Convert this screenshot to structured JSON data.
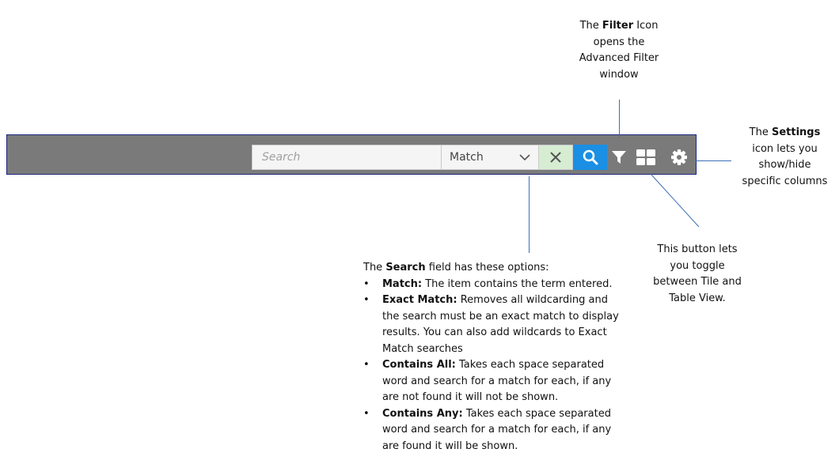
{
  "toolbar": {
    "search_placeholder": "Search",
    "match_dropdown": {
      "selected": "Match"
    },
    "icons": {
      "clear": "close-icon",
      "search": "search-icon",
      "filter": "filter-icon",
      "view_toggle": "tile-view-icon",
      "settings": "gear-icon"
    },
    "colors": {
      "toolbar_bg": "#7a7a7a",
      "toolbar_border": "#1a237e",
      "clear_bg": "#d7edd2",
      "search_bg": "#1a8fe3",
      "callout_line": "#3d6fb8"
    }
  },
  "callouts": {
    "filter": {
      "pre": "The ",
      "bold": "Filter",
      "post": " Icon opens the Advanced Filter window"
    },
    "settings": {
      "pre": "The ",
      "bold": "Settings",
      "post": " icon lets you show/hide specific columns"
    },
    "view_toggle": {
      "text": "This button lets you toggle between Tile and Table View."
    },
    "search": {
      "intro_pre": "The ",
      "intro_bold": "Search",
      "intro_post": " field has these options:",
      "options": [
        {
          "term": "Match:",
          "desc": " The item contains the term entered."
        },
        {
          "term": "Exact Match:",
          "desc": " Removes all wildcarding and the search must be an exact match to display results. You can also add wildcards to Exact Match searches"
        },
        {
          "term": "Contains All:",
          "desc": " Takes each space separated word and search for a match for each, if any are not found it will not be shown."
        },
        {
          "term": "Contains Any:",
          "desc": " Takes each space separated word and search for a match for each, if any are found it will be shown."
        }
      ]
    }
  }
}
